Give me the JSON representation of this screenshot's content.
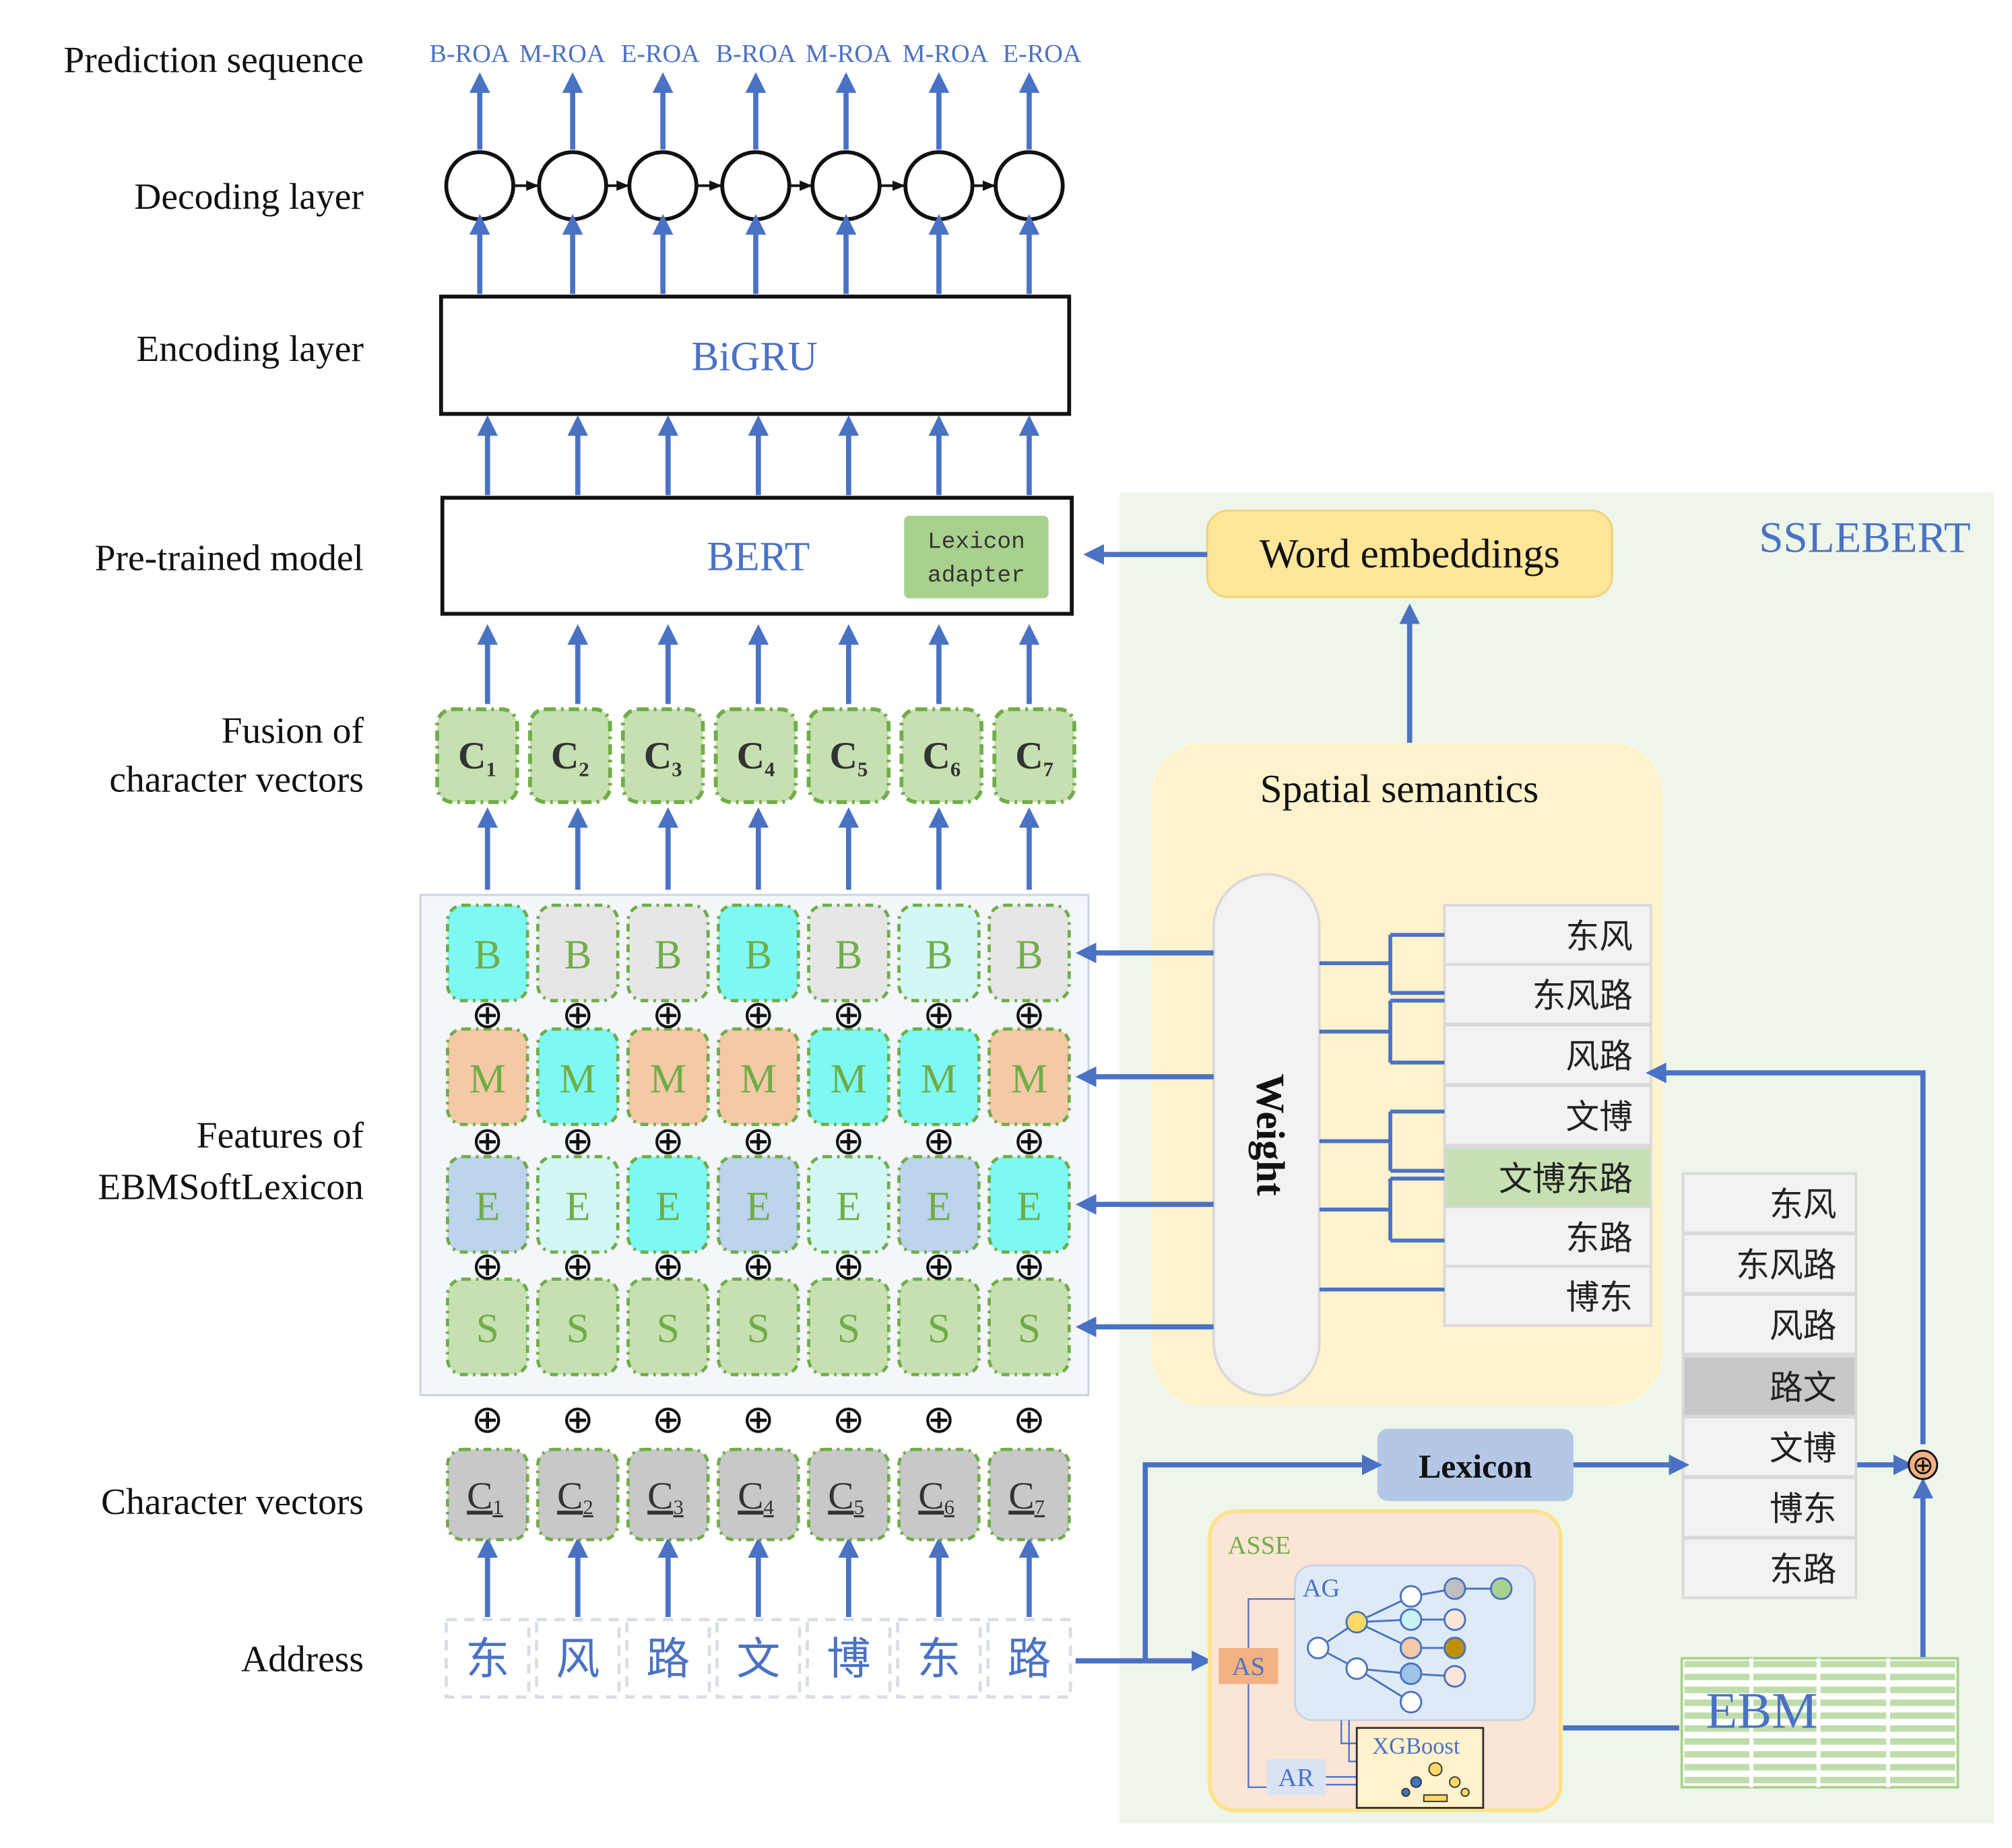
{
  "row_labels": {
    "prediction": "Prediction sequence",
    "decoding": "Decoding layer",
    "encoding": "Encoding layer",
    "pretrained": "Pre-trained model",
    "fusion_line1": "Fusion of",
    "fusion_line2": "character vectors",
    "features_line1": "Features of",
    "features_line2": "EBMSoftLexicon",
    "charvec": "Character vectors",
    "address": "Address"
  },
  "prediction_tags": [
    "B-ROA",
    "M-ROA",
    "E-ROA",
    "B-ROA",
    "M-ROA",
    "M-ROA",
    "E-ROA"
  ],
  "encoder": {
    "label": "BiGRU"
  },
  "pretrained": {
    "label": "BERT",
    "adapter_line1": "Lexicon",
    "adapter_line2": "adapter"
  },
  "fusion_vectors": [
    {
      "base": "C",
      "sub": "1"
    },
    {
      "base": "C",
      "sub": "2"
    },
    {
      "base": "C",
      "sub": "3"
    },
    {
      "base": "C",
      "sub": "4"
    },
    {
      "base": "C",
      "sub": "5"
    },
    {
      "base": "C",
      "sub": "6"
    },
    {
      "base": "C",
      "sub": "7"
    }
  ],
  "feature_rows": [
    "B",
    "M",
    "E",
    "S"
  ],
  "feature_colors": {
    "B": [
      "#7ef8f2",
      "#e6e6e6",
      "#e6e6e6",
      "#7ef8f2",
      "#e6e6e6",
      "#d2f7f5",
      "#e6e6e6"
    ],
    "M": [
      "#f4c9a6",
      "#7ef8f2",
      "#f4c9a6",
      "#f4c9a6",
      "#7ef8f2",
      "#7ef8f2",
      "#f4c9a6"
    ],
    "E": [
      "#bcd4ec",
      "#d2f7f5",
      "#7ef8f2",
      "#bcd4ec",
      "#d2f7f5",
      "#bcd4ec",
      "#7ef8f2"
    ],
    "S": [
      "#c6e0b2",
      "#c6e0b2",
      "#c6e0b2",
      "#c6e0b2",
      "#c6e0b2",
      "#c6e0b2",
      "#c6e0b2"
    ]
  },
  "plus_symbol": "⊕",
  "char_vectors": [
    {
      "base": "C",
      "sub": "1"
    },
    {
      "base": "C",
      "sub": "2"
    },
    {
      "base": "C",
      "sub": "3"
    },
    {
      "base": "C",
      "sub": "4"
    },
    {
      "base": "C",
      "sub": "5"
    },
    {
      "base": "C",
      "sub": "6"
    },
    {
      "base": "C",
      "sub": "7"
    }
  ],
  "address_chars": [
    "东",
    "风",
    "路",
    "文",
    "博",
    "东",
    "路"
  ],
  "sslebert": {
    "title": "SSLEBERT",
    "word_embeddings": "Word embeddings",
    "spatial_semantics": "Spatial semantics",
    "weight": "Weight",
    "candidate_words": [
      "东风",
      "东风路",
      "风路",
      "文博",
      "文博东路",
      "东路",
      "博东"
    ],
    "highlighted_word": "文博东路",
    "lexicon": "Lexicon",
    "lexicon_words": [
      "东风",
      "东风路",
      "风路",
      "路文",
      "文博",
      "博东",
      "东路"
    ],
    "grey_word": "路文",
    "asse": "ASSE",
    "as": "AS",
    "ag": "AG",
    "ar": "AR",
    "xgboost": "XGBoost",
    "ebm": "EBM"
  },
  "colors": {
    "accent_blue": "#4a72c4",
    "green_panel": "#eef5ea",
    "yellow_panel": "#fff2cc",
    "orange_panel": "#fbe5d6",
    "light_green": "#c6e0b2",
    "cyan": "#7ef8f2",
    "lexicon_box": "#b4c7e7",
    "word_embed": "#ffe699"
  }
}
